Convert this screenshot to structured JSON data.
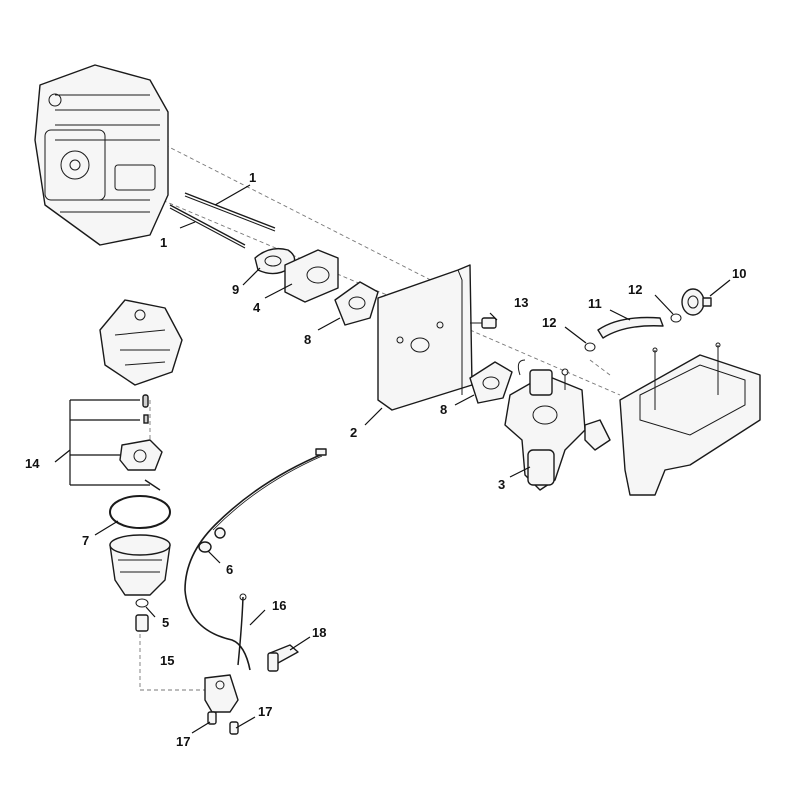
{
  "diagram": {
    "callouts": [
      {
        "id": "c1a",
        "text": "1"
      },
      {
        "id": "c1b",
        "text": "1"
      },
      {
        "id": "c2",
        "text": "2"
      },
      {
        "id": "c3",
        "text": "3"
      },
      {
        "id": "c4",
        "text": "4"
      },
      {
        "id": "c5",
        "text": "5"
      },
      {
        "id": "c6",
        "text": "6"
      },
      {
        "id": "c7",
        "text": "7"
      },
      {
        "id": "c8a",
        "text": "8"
      },
      {
        "id": "c8b",
        "text": "8"
      },
      {
        "id": "c9",
        "text": "9"
      },
      {
        "id": "c10",
        "text": "10"
      },
      {
        "id": "c11",
        "text": "11"
      },
      {
        "id": "c12a",
        "text": "12"
      },
      {
        "id": "c12b",
        "text": "12"
      },
      {
        "id": "c13",
        "text": "13"
      },
      {
        "id": "c14",
        "text": "14"
      },
      {
        "id": "c15",
        "text": "15"
      },
      {
        "id": "c16",
        "text": "16"
      },
      {
        "id": "c17a",
        "text": "17"
      },
      {
        "id": "c17b",
        "text": "17"
      },
      {
        "id": "c18",
        "text": "18"
      }
    ]
  }
}
